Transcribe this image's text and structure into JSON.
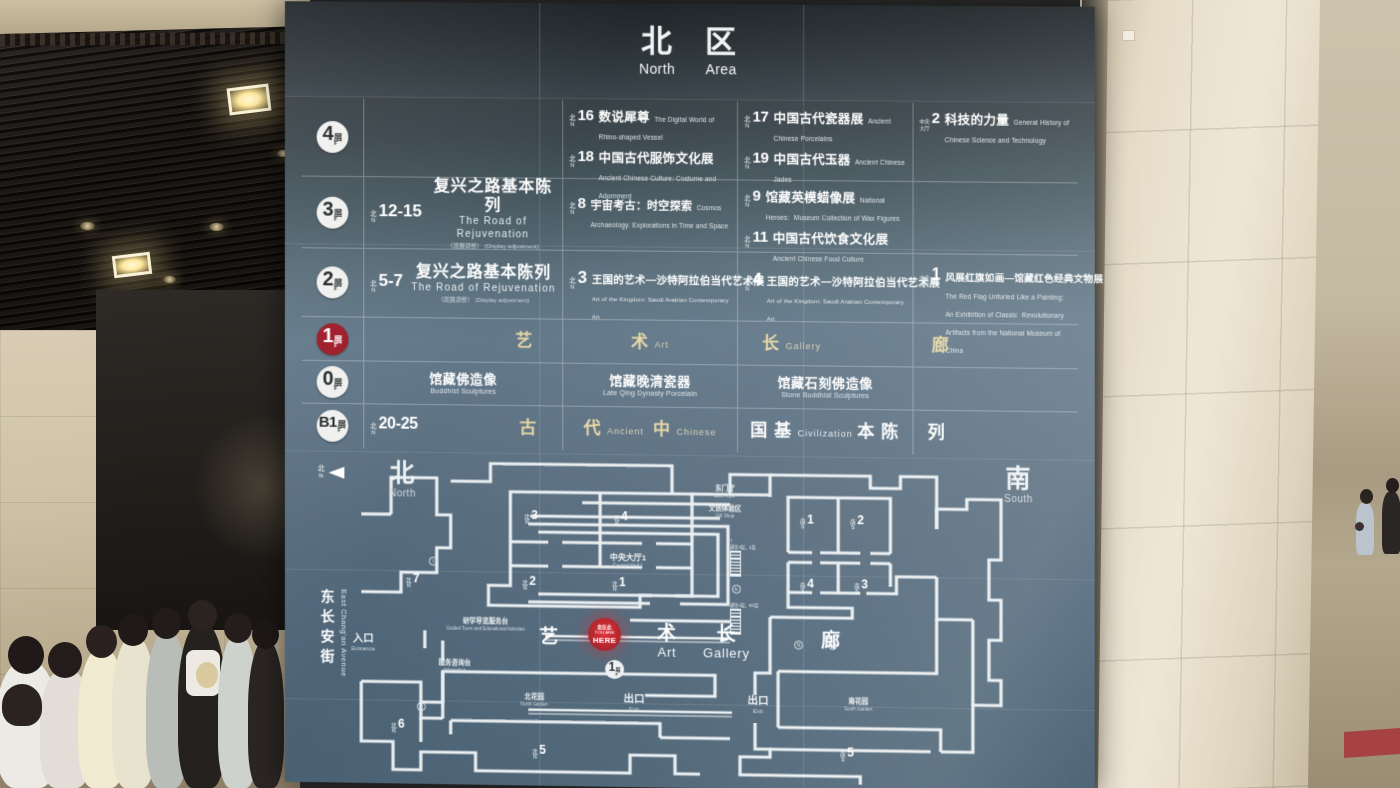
{
  "header": {
    "cn_1": "北",
    "en_1": "North",
    "cn_2": "区",
    "en_2": "Area"
  },
  "colors": {
    "current_floor_badge": "#9e1b28",
    "you_are_here": "#b01d26",
    "gold_text": "#e8d8a4",
    "board_top": "#2f3538",
    "board_bottom": "#475f71"
  },
  "floors": [
    {
      "badge_num": "4",
      "badge_cn": "层",
      "badge_en": "F",
      "current": false,
      "col_a": [],
      "col_b": [
        {
          "pre_cn": "北",
          "pre_en": "N",
          "no": "16",
          "cn": "数说犀尊",
          "en": "The Digital World of Rhino-shaped Vessel"
        },
        {
          "pre_cn": "北",
          "pre_en": "N",
          "no": "18",
          "cn": "中国古代服饰文化展",
          "en": "Ancient Chinese Culture: Costume and Adornment"
        }
      ],
      "col_c": [
        {
          "pre_cn": "北",
          "pre_en": "N",
          "no": "17",
          "cn": "中国古代瓷器展",
          "en": "Ancient Chinese Porcelains"
        },
        {
          "pre_cn": "北",
          "pre_en": "N",
          "no": "19",
          "cn": "中国古代玉器",
          "en": "Ancient Chinese Jades"
        }
      ],
      "col_d": [
        {
          "pre_cn": "中央",
          "pre_en": "大厅",
          "no": "2",
          "cn": "科技的力量",
          "en": "General History of Chinese Science and Technology"
        }
      ]
    },
    {
      "badge_num": "3",
      "badge_cn": "层",
      "badge_en": "F",
      "current": false,
      "col_a_big": {
        "pre_cn": "北",
        "pre_en": "N",
        "no": "12-15",
        "cn": "复兴之路基本陈列",
        "en": "The Road of Rejuvenation",
        "note_cn": "（观展调整）",
        "note_en": "(Display adjustment)"
      },
      "col_b": [
        {
          "pre_cn": "北",
          "pre_en": "N",
          "no": "8",
          "cn": "宇宙考古：时空探索",
          "en": "Cosmos Archaeology: Explorations in Time and Space"
        }
      ],
      "col_c": [
        {
          "pre_cn": "北",
          "pre_en": "N",
          "no": "9",
          "cn": "馆藏英模蜡像展",
          "en": "National Heroes:",
          "en2": "Museum Collection of Wax Figures"
        },
        {
          "pre_cn": "北",
          "pre_en": "N",
          "no": "11",
          "cn": "中国古代饮食文化展",
          "en": "Ancient Chinese Food Culture"
        }
      ],
      "col_d": []
    },
    {
      "badge_num": "2",
      "badge_cn": "层",
      "badge_en": "F",
      "current": false,
      "col_a_big": {
        "pre_cn": "北",
        "pre_en": "N",
        "no": "5-7",
        "cn": "复兴之路基本陈列",
        "en": "The Road of Rejuvenation",
        "note_cn": "（观展调整）",
        "note_en": "(Display adjustment)"
      },
      "col_b": [
        {
          "pre_cn": "北",
          "pre_en": "N",
          "no": "3",
          "cn": "王国的艺术—沙特阿拉伯当代艺术展",
          "en": "Art of the Kingdom:  Saudi Arabian Contemporary Art"
        }
      ],
      "col_c": [
        {
          "pre_cn": "北",
          "pre_en": "N",
          "no": "4",
          "cn": "王国的艺术—沙特阿拉伯当代艺术展",
          "en": "Art of the Kingdom:  Saudi Arabian Contemporary Art"
        }
      ],
      "col_d": [
        {
          "pre_cn": "中央",
          "pre_en": "大厅",
          "no": "1",
          "cn": "风展红旗如画—馆藏红色经典文物展",
          "en": "The Red Flag Unfurled Like a Painting: An Exhibition of Classic",
          "en2": "Revolutionary Artifacts from the National Museum of China"
        }
      ]
    },
    {
      "badge_num": "1",
      "badge_cn": "层",
      "badge_en": "F",
      "current": true,
      "spread_words": [
        {
          "cn": "艺",
          "en": ""
        },
        {
          "cn": "术",
          "en": "Art"
        },
        {
          "cn": "长",
          "en": "Gallery"
        },
        {
          "cn": "廊",
          "en": ""
        }
      ]
    },
    {
      "badge_num": "0",
      "badge_cn": "层",
      "badge_en": "F",
      "current": false,
      "items": [
        {
          "cn": "馆藏佛造像",
          "en": "Buddhist Sculptures"
        },
        {
          "cn": "馆藏晚清瓷器",
          "en": "Late Qing Dynasty Porcelain"
        },
        {
          "cn": "馆藏石刻佛造像",
          "en": "Stone Buddhist Sculptures"
        }
      ]
    },
    {
      "badge_num": "B1",
      "badge_cn": "层",
      "badge_en": "F",
      "current": false,
      "code": {
        "pre_cn": "北",
        "pre_en": "N",
        "no": "20-25"
      },
      "spread_words": [
        {
          "cn": "古",
          "en": ""
        },
        {
          "cn": "代",
          "en": "Ancient"
        },
        {
          "cn": "中",
          "en": "Chinese"
        },
        {
          "cn": "国",
          "en": ""
        },
        {
          "cn": "基",
          "en": "Civilization"
        },
        {
          "cn": "本",
          "en": ""
        },
        {
          "cn": "陈",
          "en": ""
        },
        {
          "cn": "列",
          "en": ""
        }
      ]
    }
  ],
  "map": {
    "compass": {
      "cn": "北",
      "en": "N"
    },
    "north_label": {
      "cn": "北",
      "en": "North"
    },
    "south_label": {
      "cn": "南",
      "en": "South"
    },
    "avenue": {
      "cn": "东长安街",
      "en": "East Chang'an Avenue"
    },
    "you_are_here": {
      "cn": "您在此",
      "line1": "YOU ARE",
      "line2": "HERE"
    },
    "gallery_words": [
      {
        "cn": "艺",
        "en": ""
      },
      {
        "cn": "术",
        "en": "Art"
      },
      {
        "cn": "长",
        "en": "Gallery"
      },
      {
        "cn": "廊",
        "en": ""
      }
    ],
    "floor_badge": {
      "num": "1",
      "cn": "层",
      "en": "F"
    },
    "rooms": [
      {
        "pre_cn": "北",
        "pre_en": "N",
        "no": "1"
      },
      {
        "pre_cn": "北",
        "pre_en": "N",
        "no": "2"
      },
      {
        "pre_cn": "北",
        "pre_en": "N",
        "no": "3"
      },
      {
        "pre_cn": "北",
        "pre_en": "N",
        "no": "4"
      },
      {
        "pre_cn": "北",
        "pre_en": "N",
        "no": "5"
      },
      {
        "pre_cn": "北",
        "pre_en": "N",
        "no": "6"
      },
      {
        "pre_cn": "北",
        "pre_en": "N",
        "no": "7"
      },
      {
        "pre_cn": "南",
        "pre_en": "S",
        "no": "1"
      },
      {
        "pre_cn": "南",
        "pre_en": "S",
        "no": "2"
      },
      {
        "pre_cn": "南",
        "pre_en": "S",
        "no": "3"
      },
      {
        "pre_cn": "南",
        "pre_en": "S",
        "no": "4"
      },
      {
        "pre_cn": "南",
        "pre_en": "S",
        "no": "5"
      }
    ],
    "places": {
      "east_foyer": {
        "cn": "东门厅",
        "en": "East Foyer"
      },
      "gift_shop": {
        "cn": "文创体验区",
        "en": "Gift Shop"
      },
      "central_hall": {
        "cn": "中央大厅1",
        "en": "Central Hall 1"
      },
      "guided_tours": {
        "cn": "研学导览服务台",
        "en": "Guided Tours and Educational Activities"
      },
      "information": {
        "cn": "服务咨询台",
        "en": "Information"
      },
      "entrance": {
        "cn": "入口",
        "en": "Entrance"
      },
      "exit_left": {
        "cn": "出口",
        "en": "Exit"
      },
      "exit_right": {
        "cn": "出口",
        "en": "Exit"
      },
      "north_garden": {
        "cn": "北花园",
        "en": "North Garden"
      },
      "south_garden": {
        "cn": "南花园",
        "en": "South Garden"
      }
    },
    "escalators": [
      {
        "arrow": "↑",
        "cap": "通往3层、4层"
      },
      {
        "arrow": "",
        "cap": "通往0层、B1层"
      },
      {
        "arrow": "↑",
        "cap": "通往3层、4层"
      },
      {
        "arrow": "",
        "cap": "通往0层、B1层"
      }
    ]
  }
}
